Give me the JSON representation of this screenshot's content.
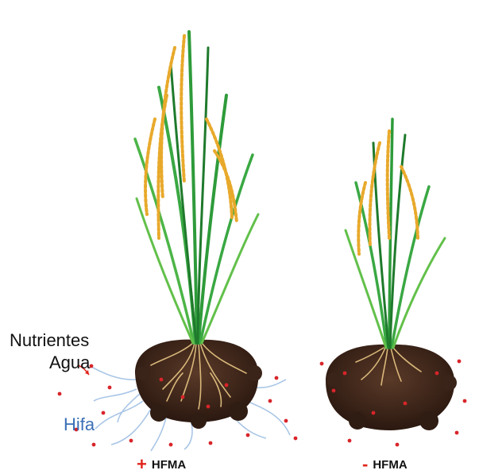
{
  "labels": {
    "nutrients": "Nutrientes",
    "water": "Agua",
    "hypha": "Hifa"
  },
  "captions": {
    "left_sign": "+",
    "left_text": "HFMA",
    "right_sign": "-",
    "right_text": "HFMA"
  },
  "colors": {
    "soil": "#3a2318",
    "soil_highlight": "#5a3a28",
    "leaf_green": "#2e9b3a",
    "leaf_light": "#6cc04a",
    "grain_gold": "#e8a92b",
    "root": "#d9b87a",
    "hypha_line": "#a9c6e6",
    "dot_red": "#d8252a",
    "accent_red": "#e0251b",
    "hypha_text": "#3b6fb6"
  },
  "icons": {
    "plant_with_fungi": "rice-plant-icon",
    "plant_without_fungi": "rice-plant-icon",
    "arrow": "arrow-icon"
  }
}
